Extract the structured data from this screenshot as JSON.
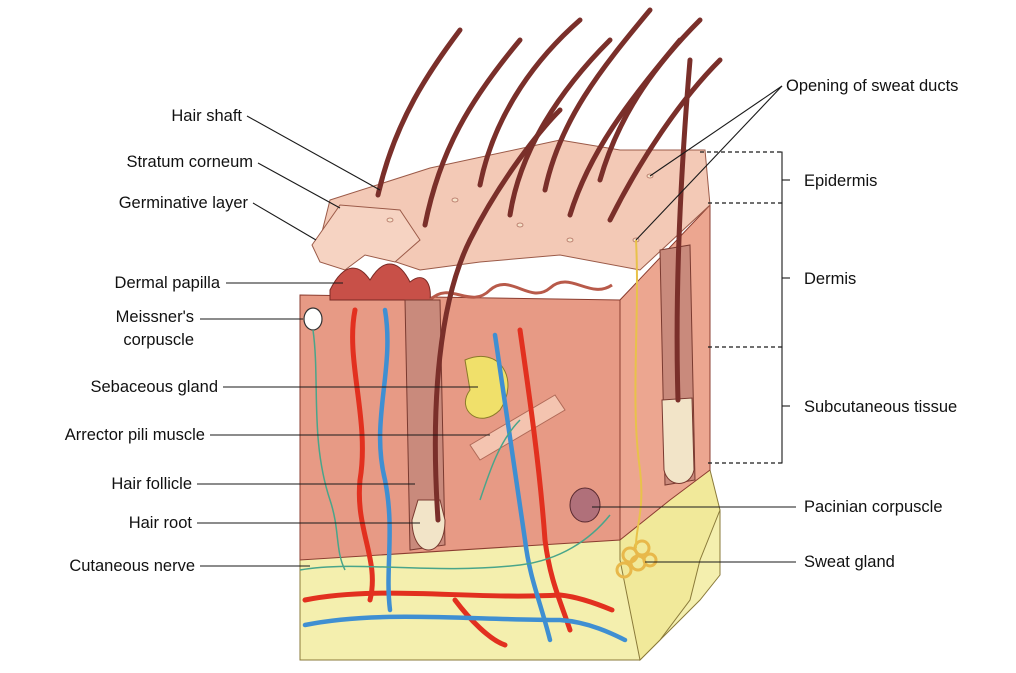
{
  "labels_left": {
    "hair_shaft": "Hair shaft",
    "stratum_corneum": "Stratum corneum",
    "germinative_layer": "Germinative layer",
    "dermal_papilla": "Dermal papilla",
    "meissners_1": "Meissner's",
    "meissners_2": "corpuscle",
    "sebaceous_gland": "Sebaceous gland",
    "arrector_pili": "Arrector pili muscle",
    "hair_follicle": "Hair follicle",
    "hair_root": "Hair root",
    "cutaneous_nerve": "Cutaneous nerve"
  },
  "labels_right": {
    "opening_sweat_ducts": "Opening of sweat ducts",
    "epidermis": "Epidermis",
    "dermis": "Dermis",
    "subcutaneous": "Subcutaneous tissue",
    "pacinian": "Pacinian corpuscle",
    "sweat_gland": "Sweat gland"
  },
  "colors": {
    "epidermis_surface": "#f3c9b6",
    "dermis": "#e79a85",
    "dermis_light": "#f0b8a6",
    "subcutaneous": "#f4efae",
    "hair": "#7a2f2a",
    "artery": "#e2301f",
    "vein": "#3f8fd2",
    "nerve": "#49a58a",
    "sweat_duct": "#e8c24a"
  }
}
